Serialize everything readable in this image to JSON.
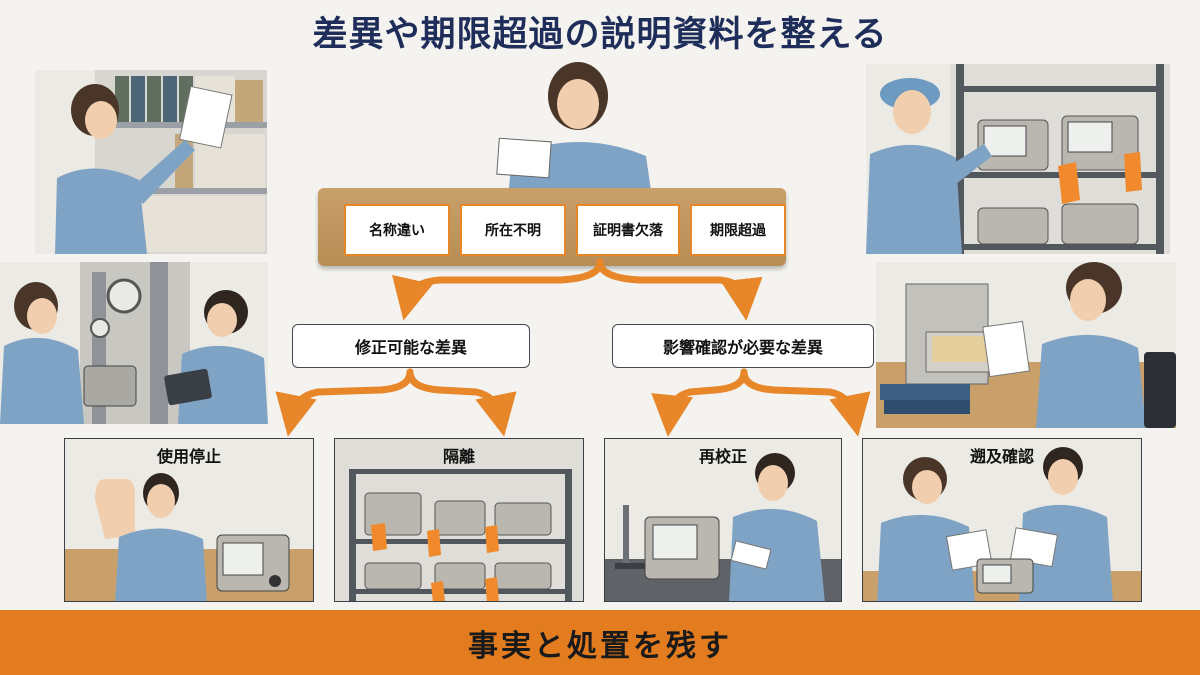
{
  "title": "差異や期限超過の説明資料を整える",
  "categories": [
    "名称違い",
    "所在不明",
    "証明書欠落",
    "期限超過"
  ],
  "branches": [
    "修正可能な差異",
    "影響確認が必要な差異"
  ],
  "actions": [
    "使用停止",
    "隔離",
    "再校正",
    "遡及確認"
  ],
  "footer": "事実と処置を残す",
  "colors": {
    "accent": "#e37c1e",
    "title": "#1f2d5a",
    "uniform": "#7fa3c4",
    "tag": "#f08a2c"
  }
}
